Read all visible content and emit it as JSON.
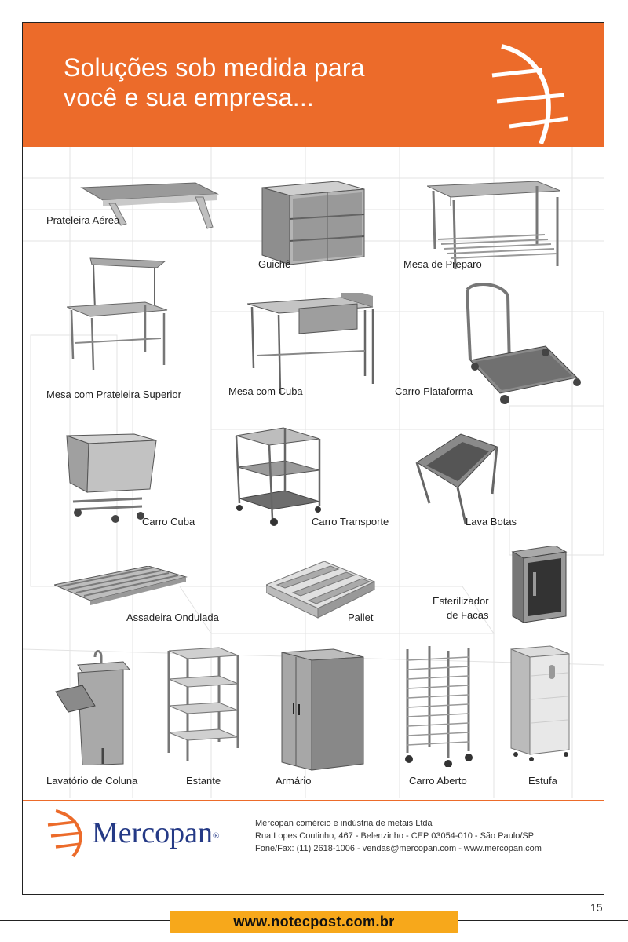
{
  "banner": {
    "headline_line1": "Soluções sob medida para",
    "headline_line2": "você e sua empresa..."
  },
  "products": [
    {
      "name": "Prateleira Aérea"
    },
    {
      "name": "Guichê"
    },
    {
      "name": "Mesa de Preparo"
    },
    {
      "name": "Mesa com Prateleira Superior"
    },
    {
      "name": "Mesa com Cuba"
    },
    {
      "name": "Carro Plataforma"
    },
    {
      "name": "Carro Cuba"
    },
    {
      "name": "Carro  Transporte"
    },
    {
      "name": "Lava Botas"
    },
    {
      "name": "Assadeira Ondulada"
    },
    {
      "name": "Pallet"
    },
    {
      "name_line1": "Esterilizador",
      "name_line2": "de Facas"
    },
    {
      "name": "Lavatório de Coluna"
    },
    {
      "name": "Estante"
    },
    {
      "name": "Armário"
    },
    {
      "name": "Carro Aberto"
    },
    {
      "name": "Estufa"
    }
  ],
  "footer": {
    "logo_text": "Mercopan",
    "registered_mark": "®",
    "company_line1": "Mercopan comércio e indústria de metais Ltda",
    "company_line2": "Rua Lopes Coutinho, 467 - Belenzinho - CEP 03054-010 - São Paulo/SP",
    "company_line3": "Fone/Fax: (11) 2618-1006 - vendas@mercopan.com - www.mercopan.com"
  },
  "page_number": "15",
  "site_url": "www.notecpost.com.br",
  "colors": {
    "banner": "#ec6b2a",
    "url_bar": "#f7a81b",
    "logo_blue": "#253a86"
  }
}
